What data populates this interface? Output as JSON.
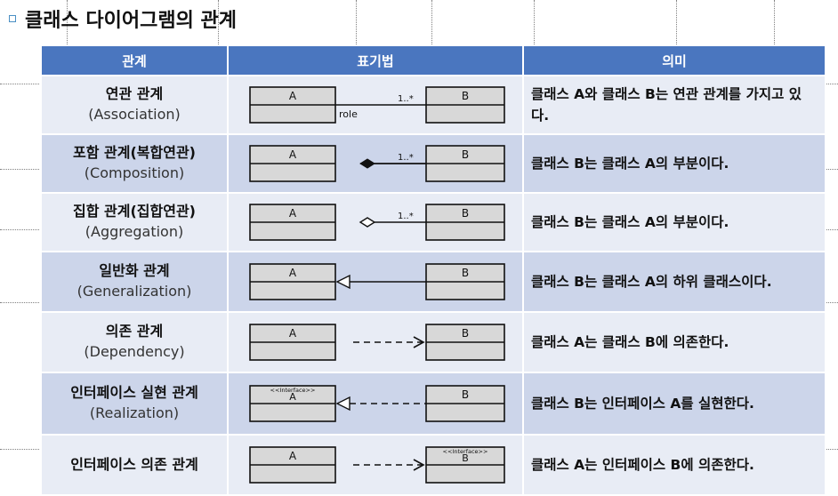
{
  "title": "클래스 다이어그램의 관계",
  "table": {
    "headers": {
      "relation": "관계",
      "notation": "표기법",
      "meaning": "의미"
    },
    "rows": [
      {
        "korean": "연관 관계",
        "english": "(Association)",
        "meaning": "클래스 A와 클래스 B는 연관 관계를 가지고 있다.",
        "left": "A",
        "right": "B",
        "left_stereotype": "",
        "right_stereotype": "",
        "multiplicity": "1..*",
        "role": "role"
      },
      {
        "korean": "포함 관계(복합연관)",
        "english": "(Composition)",
        "meaning": "클래스 B는 클래스 A의 부분이다.",
        "left": "A",
        "right": "B",
        "left_stereotype": "",
        "right_stereotype": "",
        "multiplicity": "1..*",
        "role": ""
      },
      {
        "korean": "집합 관계(집합연관)",
        "english": "(Aggregation)",
        "meaning": "클래스 B는 클래스 A의 부분이다.",
        "left": "A",
        "right": "B",
        "left_stereotype": "",
        "right_stereotype": "",
        "multiplicity": "1..*",
        "role": ""
      },
      {
        "korean": "일반화 관계",
        "english": "(Generalization)",
        "meaning": "클래스 B는 클래스 A의 하위 클래스이다.",
        "left": "A",
        "right": "B",
        "left_stereotype": "",
        "right_stereotype": "",
        "multiplicity": "",
        "role": ""
      },
      {
        "korean": "의존 관계",
        "english": "(Dependency)",
        "meaning": "클래스 A는 클래스 B에 의존한다.",
        "left": "A",
        "right": "B",
        "left_stereotype": "",
        "right_stereotype": "",
        "multiplicity": "",
        "role": ""
      },
      {
        "korean": "인터페이스 실현 관계",
        "english": "(Realization)",
        "meaning": "클래스 B는 인터페이스 A를 실현한다.",
        "left": "A",
        "right": "B",
        "left_stereotype": "<<Interface>>",
        "right_stereotype": "",
        "multiplicity": "",
        "role": ""
      },
      {
        "korean": "인터페이스 의존 관계",
        "english": "",
        "meaning": "클래스 A는 인터페이스 B에 의존한다.",
        "left": "A",
        "right": "B",
        "left_stereotype": "",
        "right_stereotype": "<<Interface>>",
        "multiplicity": "",
        "role": ""
      }
    ]
  }
}
